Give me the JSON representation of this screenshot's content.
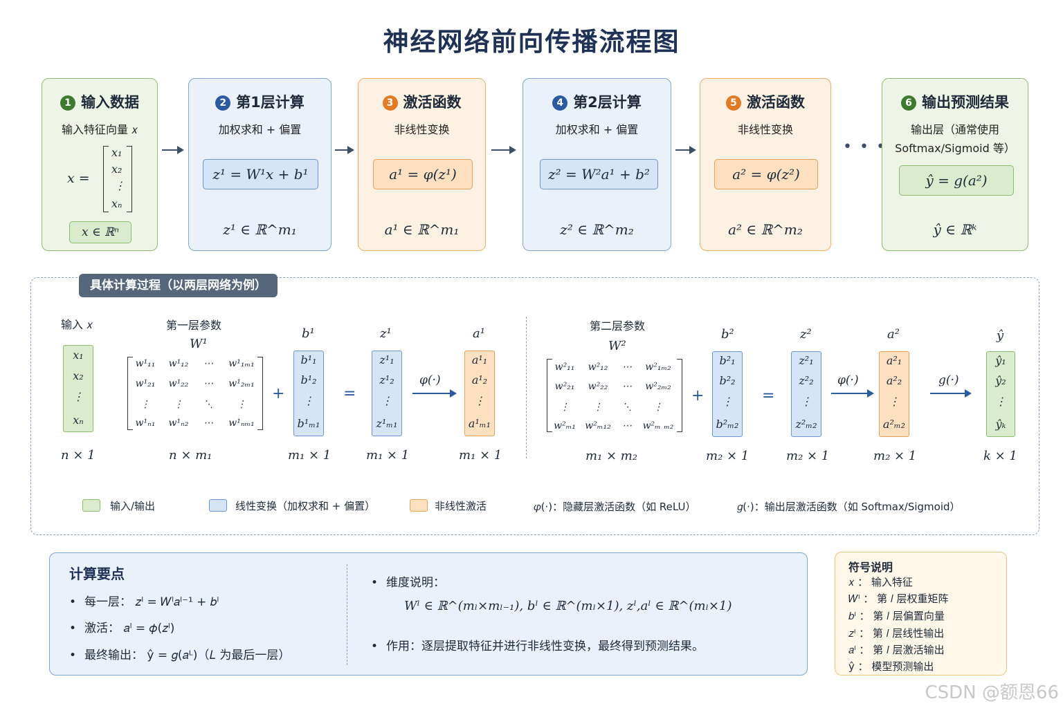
{
  "title": "神经网络前向传播流程图",
  "stages": [
    {
      "num": "1",
      "title": "输入数据",
      "sub": "输入特征向量 𝑥",
      "eq": "",
      "dim": "𝑥 ∈ ℝⁿ"
    },
    {
      "num": "2",
      "title": "第1层计算",
      "sub": "加权求和 + 偏置",
      "eq": "𝑧¹ = 𝑊¹𝑥 + 𝑏¹",
      "dim": "𝑧¹ ∈ ℝ^𝑚₁"
    },
    {
      "num": "3",
      "title": "激活函数",
      "sub": "非线性变换",
      "eq": "𝑎¹ = 𝜑(𝑧¹)",
      "dim": "𝑎¹ ∈ ℝ^𝑚₁"
    },
    {
      "num": "4",
      "title": "第2层计算",
      "sub": "加权求和 + 偏置",
      "eq": "𝑧² = 𝑊²𝑎¹ + 𝑏²",
      "dim": "𝑧² ∈ ℝ^𝑚₂"
    },
    {
      "num": "5",
      "title": "激活函数",
      "sub": "非线性变换",
      "eq": "𝑎² = 𝜑(𝑧²)",
      "dim": "𝑎² ∈ ℝ^𝑚₂"
    },
    {
      "num": "6",
      "title": "输出预测结果",
      "sub": "输出层（通常使用",
      "sub2": "Softmax/Sigmoid 等）",
      "eq": "ŷ = 𝑔(𝑎²)",
      "dim": "ŷ ∈ ℝᵏ"
    }
  ],
  "input_vector": {
    "lhs": "𝑥 =",
    "entries": [
      "𝑥₁",
      "𝑥₂",
      "⋮",
      "𝑥ₙ"
    ]
  },
  "ellipsis": "• • •",
  "detail": {
    "tag": "具体计算过程（以两层网络为例）",
    "input_label": "输入 𝑥",
    "layer1_label": "第一层参数",
    "layer2_label": "第二层参数",
    "W1": "𝑊¹",
    "W2": "𝑊²",
    "b1": "𝑏¹",
    "z1": "𝑧¹",
    "a1": "𝑎¹",
    "b2": "𝑏²",
    "z2": "𝑧²",
    "a2": "𝑎²",
    "yhat": "ŷ",
    "x_entries": [
      "𝑥₁",
      "𝑥₂",
      "⋮",
      "𝑥ₙ"
    ],
    "W1_cells": [
      [
        "𝑤¹₁₁",
        "𝑤¹₁₂",
        "⋯",
        "𝑤¹₁ₘ₁"
      ],
      [
        "𝑤¹₂₁",
        "𝑤¹₂₂",
        "⋯",
        "𝑤¹₂ₘ₁"
      ],
      [
        "⋮",
        "⋮",
        "⋱",
        "⋮"
      ],
      [
        "𝑤¹ₙ₁",
        "𝑤¹ₙ₂",
        "⋯",
        "𝑤¹ₙₘ₁"
      ]
    ],
    "b1_entries": [
      "𝑏¹₁",
      "𝑏¹₂",
      "⋮",
      "𝑏¹ₘ₁"
    ],
    "z1_entries": [
      "𝑧¹₁",
      "𝑧¹₂",
      "⋮",
      "𝑧¹ₘ₁"
    ],
    "a1_entries": [
      "𝑎¹₁",
      "𝑎¹₂",
      "⋮",
      "𝑎¹ₘ₁"
    ],
    "W2_cells": [
      [
        "𝑤²₁₁",
        "𝑤²₁₂",
        "⋯",
        "𝑤²₁ₘ₂"
      ],
      [
        "𝑤²₂₁",
        "𝑤²₂₂",
        "⋯",
        "𝑤²₂ₘ₂"
      ],
      [
        "⋮",
        "⋮",
        "⋱",
        "⋮"
      ],
      [
        "𝑤²ₘ₁",
        "𝑤²ₘ₁₂",
        "⋯",
        "𝑤²ₘ ₘ₂"
      ]
    ],
    "b2_entries": [
      "𝑏²₁",
      "𝑏²₂",
      "⋮",
      "𝑏²ₘ₂"
    ],
    "z2_entries": [
      "𝑧²₁",
      "𝑧²₂",
      "⋮",
      "𝑧²ₘ₂"
    ],
    "a2_entries": [
      "𝑎²₁",
      "𝑎²₂",
      "⋮",
      "𝑎²ₘ₂"
    ],
    "y_entries": [
      "ŷ₁",
      "ŷ₂",
      "⋮",
      "ŷₖ"
    ],
    "plus": "+",
    "equals": "=",
    "phi": "𝜑(·)",
    "g": "𝑔(·)",
    "dims": {
      "x": "𝑛 × 1",
      "W1": "𝑛 × 𝑚₁",
      "b1": "𝑚₁ × 1",
      "z1": "𝑚₁ × 1",
      "a1": "𝑚₁ × 1",
      "W2": "𝑚₁ × 𝑚₂",
      "b2": "𝑚₂ × 1",
      "z2": "𝑚₂ × 1",
      "a2": "𝑚₂ × 1",
      "y": "𝑘 × 1"
    }
  },
  "legend": [
    {
      "label": "输入/输出",
      "color": "#dbebcd"
    },
    {
      "label": "线性变换（加权求和 + 偏置）",
      "color": "#d6e4f7"
    },
    {
      "label": "非线性激活",
      "color": "#fde0bf"
    }
  ],
  "legend_notes": [
    "𝜑(·)：隐藏层激活函数（如 ReLU）",
    "𝑔(·)：输出层激活函数（如 Softmax/Sigmoid）"
  ],
  "key_points": {
    "title": "计算要点",
    "items": [
      "每一层：  𝑧ˡ = 𝑊ˡ𝑎ˡ⁻¹ + 𝑏ˡ",
      "激活：   𝑎ˡ = 𝜙(𝑧ˡ)",
      "最终输出：  ŷ = 𝑔(𝑎ᴸ)（𝐿 为最后一层）"
    ],
    "dim_title": "维度说明：",
    "dim_formula": "𝑊ˡ ∈ ℝ^(𝑚ₗ×𝑚ₗ₋₁),    𝑏ˡ ∈ ℝ^(𝑚ₗ×1),    𝑧ˡ,𝑎ˡ ∈ ℝ^(𝑚ₗ×1)",
    "role": "作用：逐层提取特征并进行非线性变换，最终得到预测结果。"
  },
  "symbols": {
    "title": "符号说明",
    "rows": [
      "𝑥 ：  输入特征",
      "𝑊ˡ ：  第 𝑙 层权重矩阵",
      "𝑏ˡ ：  第 𝑙 层偏置向量",
      "𝑧ˡ ：  第 𝑙 层线性输出",
      "𝑎ˡ ：  第 𝑙 层激活输出",
      "ŷ ：  模型预测输出"
    ]
  },
  "watermark": "CSDN @额恩66",
  "colors": {
    "green": "#8fbf6f",
    "blue": "#7ea3d6",
    "orange": "#f0ad6a",
    "title": "#1f3154"
  }
}
